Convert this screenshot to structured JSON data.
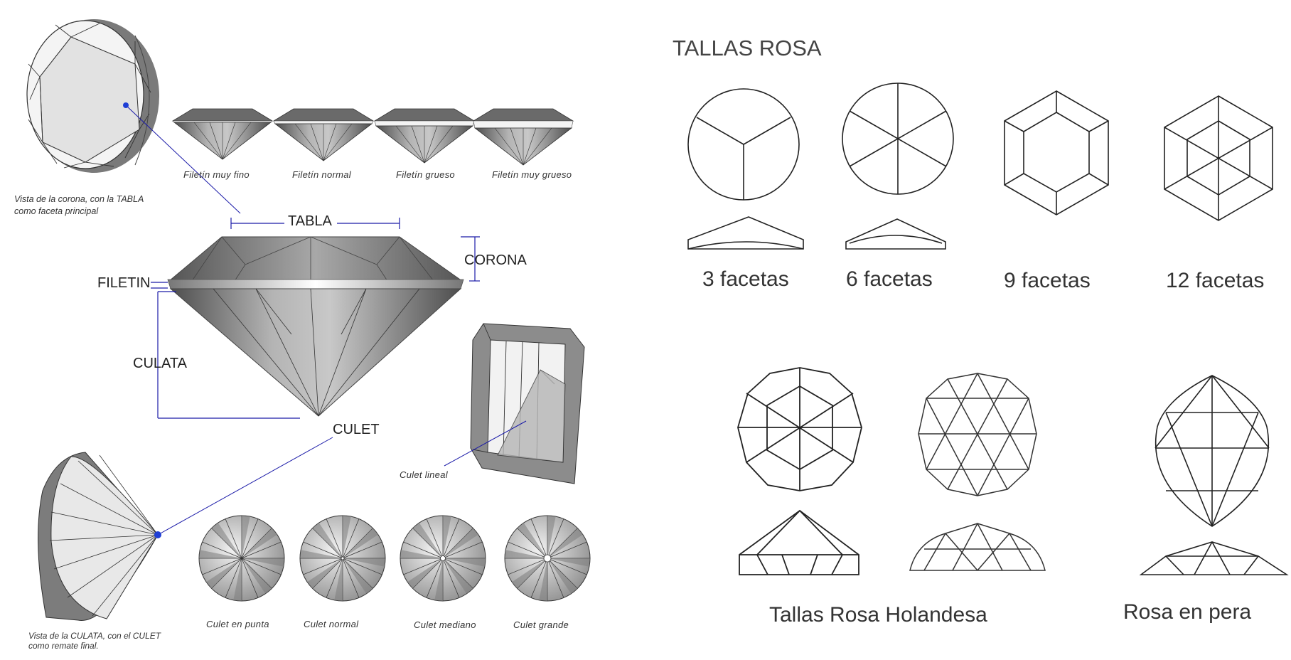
{
  "left_panel": {
    "crown_view_caption": "Vista de la corona, con la TABLA como faceta principal",
    "pavilion_view_caption": "Vista de la CULATA, con el CULET como remate final.",
    "girdle_variants": [
      "Filetín muy fino",
      "Filetín normal",
      "Filetín grueso",
      "Filetín muy grueso"
    ],
    "parts": {
      "table": "TABLA",
      "crown": "CORONA",
      "girdle": "FILETIN",
      "pavilion": "CULATA",
      "culet": "CULET"
    },
    "culet_lineal": "Culet lineal",
    "culet_variants": [
      "Culet en punta",
      "Culet normal",
      "Culet mediano",
      "Culet grande"
    ]
  },
  "right_panel": {
    "title": "TALLAS ROSA",
    "facet_cuts": [
      "3 facetas",
      "6 facetas",
      "9 facetas",
      "12 facetas"
    ],
    "rose_cuts": [
      "Tallas Rosa Holandesa",
      "Rosa en pera"
    ]
  },
  "colors": {
    "line_blue": "#1a1aa8",
    "dot_blue": "#1f3fd6",
    "gem_dark": "#5e5e5e",
    "gem_mid": "#9a9a9a",
    "gem_light": "#d8d8d8",
    "ink": "#222222"
  }
}
